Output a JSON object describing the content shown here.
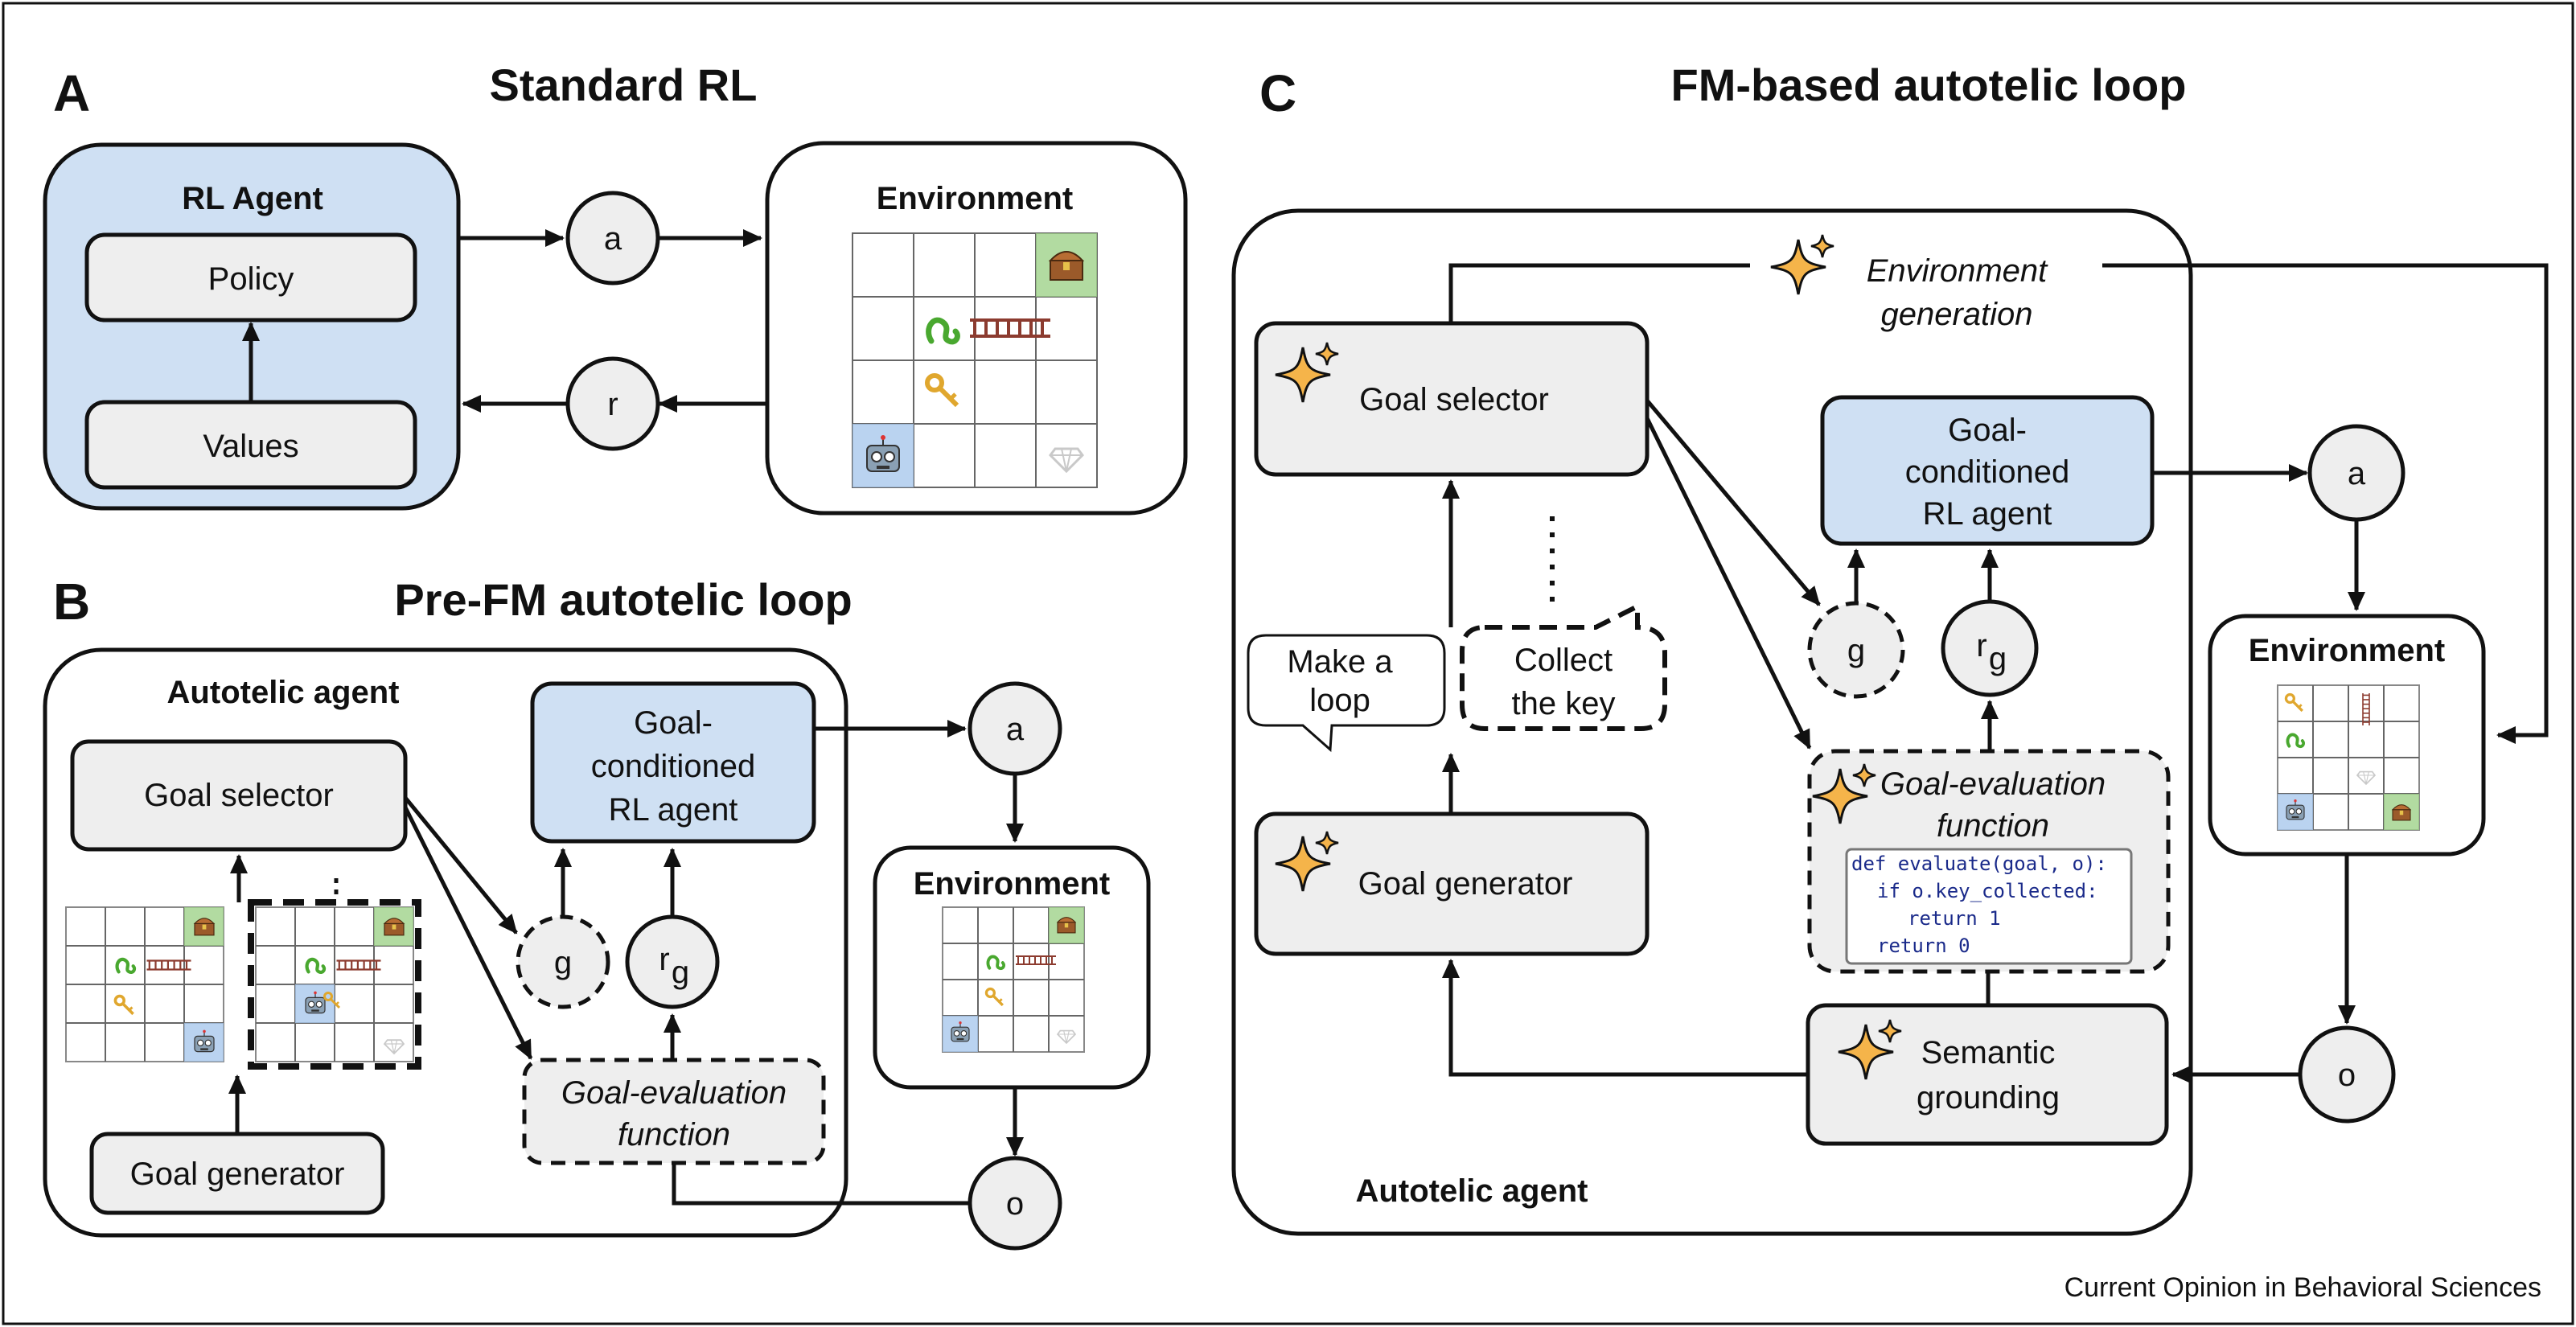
{
  "panel_a": {
    "letter": "A",
    "title": "Standard RL",
    "agent_title": "RL Agent",
    "policy": "Policy",
    "values": "Values",
    "action": "a",
    "reward": "r",
    "environment": "Environment"
  },
  "panel_b": {
    "letter": "B",
    "title": "Pre-FM autotelic loop",
    "agent_title": "Autotelic agent",
    "goal_selector": "Goal selector",
    "goal_generator": "Goal generator",
    "rl_agent": [
      "Goal-",
      "conditioned",
      "RL agent"
    ],
    "goal": "g",
    "reward_main": "r",
    "reward_sub": "g",
    "eval_fn": [
      "Goal-evaluation",
      "function"
    ],
    "action": "a",
    "observation": "o",
    "environment": "Environment"
  },
  "panel_c": {
    "letter": "C",
    "title": "FM-based autotelic loop",
    "env_generation": [
      "Environment",
      "generation"
    ],
    "goal_selector": "Goal selector",
    "goal_generator": "Goal generator",
    "rl_agent": [
      "Goal-",
      "conditioned",
      "RL agent"
    ],
    "goal": "g",
    "reward_main": "r",
    "reward_sub": "g",
    "eval_fn": [
      "Goal-evaluation",
      "function"
    ],
    "code": [
      "def evaluate(goal, o):",
      "if o.key_collected:",
      "return 1",
      "return 0"
    ],
    "speech1": [
      "Make a",
      "loop"
    ],
    "speech2": [
      "Collect",
      "the key"
    ],
    "semantic": [
      "Semantic",
      "grounding"
    ],
    "action": "a",
    "observation": "o",
    "environment": "Environment",
    "agent_title": "Autotelic agent"
  },
  "footer": "Current Opinion in Behavioral Sciences",
  "colors": {
    "box_fill": "#eeeeee",
    "agent_blue": "#cfe0f3",
    "sparkle": "#f5b44a",
    "line": "#111111"
  },
  "icons": [
    "robot-icon",
    "treasure-chest-icon",
    "key-icon",
    "ladder-icon",
    "snake-icon",
    "gem-icon",
    "sparkle-icon"
  ]
}
